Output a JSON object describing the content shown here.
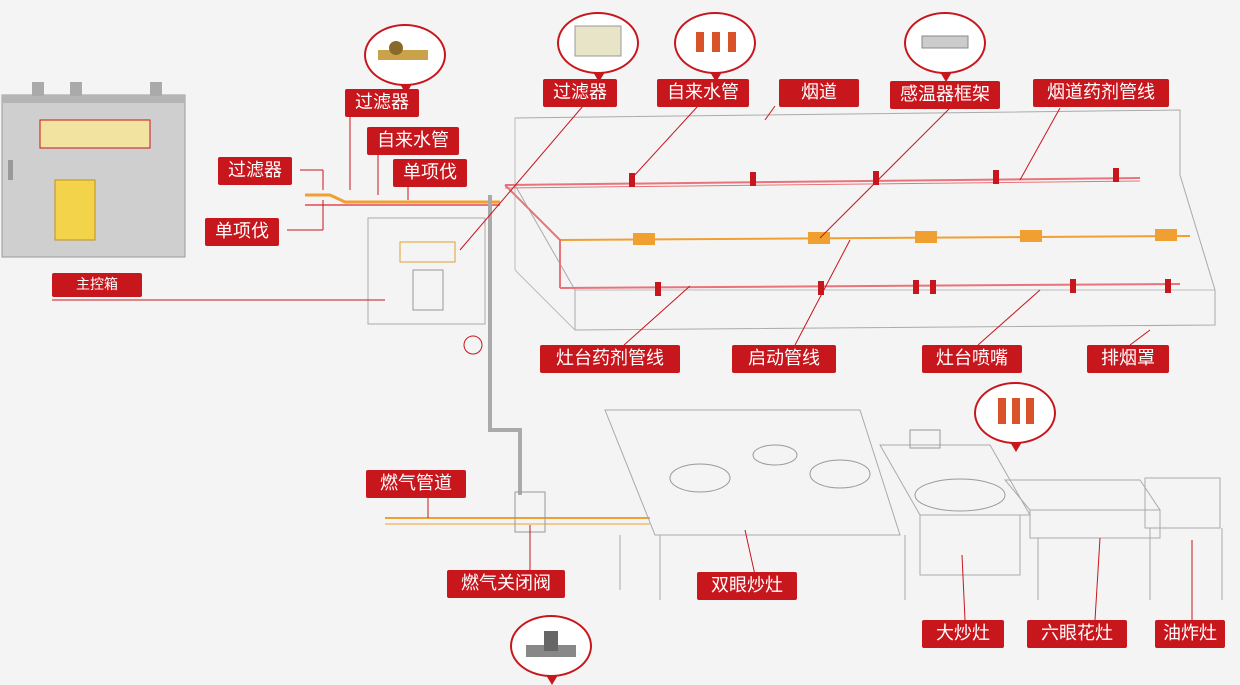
{
  "labels": {
    "filter_left": "过滤器",
    "filter_top_left": "过滤器",
    "filter_top": "过滤器",
    "tap_water_left": "自来水管",
    "tap_water_top": "自来水管",
    "check_valve_left": "单项伐",
    "check_valve_mid": "单项伐",
    "main_box": "主控箱",
    "flue": "烟道",
    "sensor_frame": "感温器框架",
    "flue_pipeline": "烟道药剂管线",
    "stove_pipeline": "灶台药剂管线",
    "start_pipeline": "启动管线",
    "stove_nozzle": "灶台喷嘴",
    "hood": "排烟罩",
    "gas_pipe": "燃气管道",
    "gas_valve": "燃气关闭阀",
    "double_stove": "双眼炒灶",
    "big_stove": "大炒灶",
    "six_burner": "六眼花灶",
    "fryer": "油炸灶"
  },
  "colors": {
    "accent": "#c8161d",
    "line": "#c8161d",
    "pipe_red": "#e8737a",
    "pipe_orange": "#f0a030",
    "pipe_blue": "#2a8fc0",
    "box": "#cfcfcf"
  },
  "icons": [
    "control-box-icon",
    "filter-icon",
    "tap-pipe-icon",
    "sensor-frame-icon",
    "nozzle-icon",
    "gas-valve-icon"
  ]
}
